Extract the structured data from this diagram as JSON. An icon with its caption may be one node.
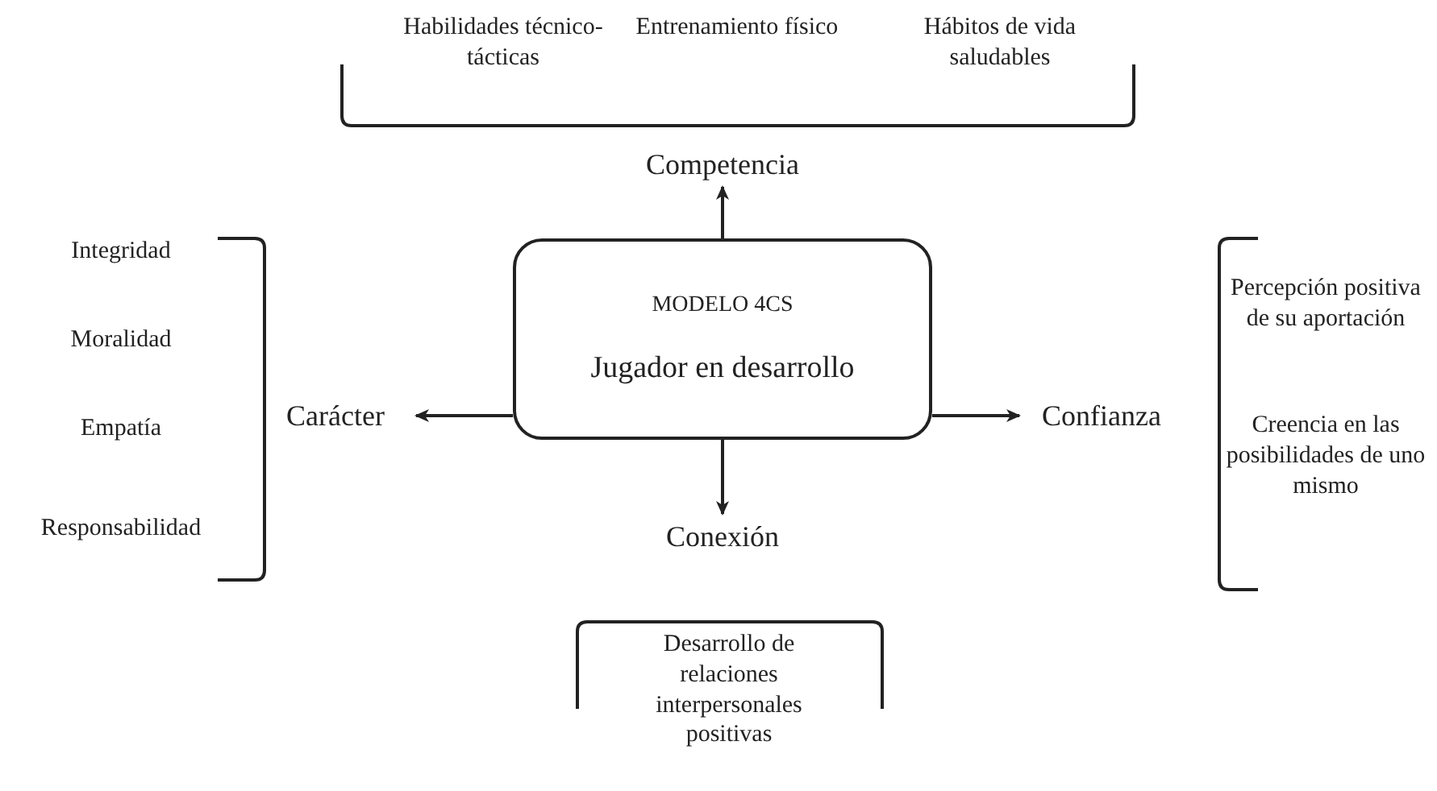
{
  "diagram": {
    "nodes": [
      {
        "text": [
          "MODELO 4CS",
          "Jugador en desarrollo"
        ]
      },
      {
        "text": [
          "Competencia"
        ]
      },
      {
        "text": [
          "Carácter"
        ]
      },
      {
        "text": [
          "Confianza"
        ]
      },
      {
        "text": [
          "Conexión"
        ]
      }
    ],
    "edges": [
      {
        "from": 0,
        "to": 1,
        "arrow": "to"
      },
      {
        "from": 0,
        "to": 2,
        "arrow": "to"
      },
      {
        "from": 0,
        "to": 3,
        "arrow": "to"
      },
      {
        "from": 0,
        "to": 4,
        "arrow": "to"
      }
    ],
    "labels": [
      "Habilidades técnico-tácticas",
      "Entrenamiento físico",
      "Hábitos de vida saludables",
      "Integridad",
      "Moralidad",
      "Empatía",
      "Responsabilidad",
      "Percepción positiva de su aportación",
      "Creencia en las posibilidades de uno mismo",
      "Desarrollo de relaciones interpersonales positivas"
    ]
  }
}
